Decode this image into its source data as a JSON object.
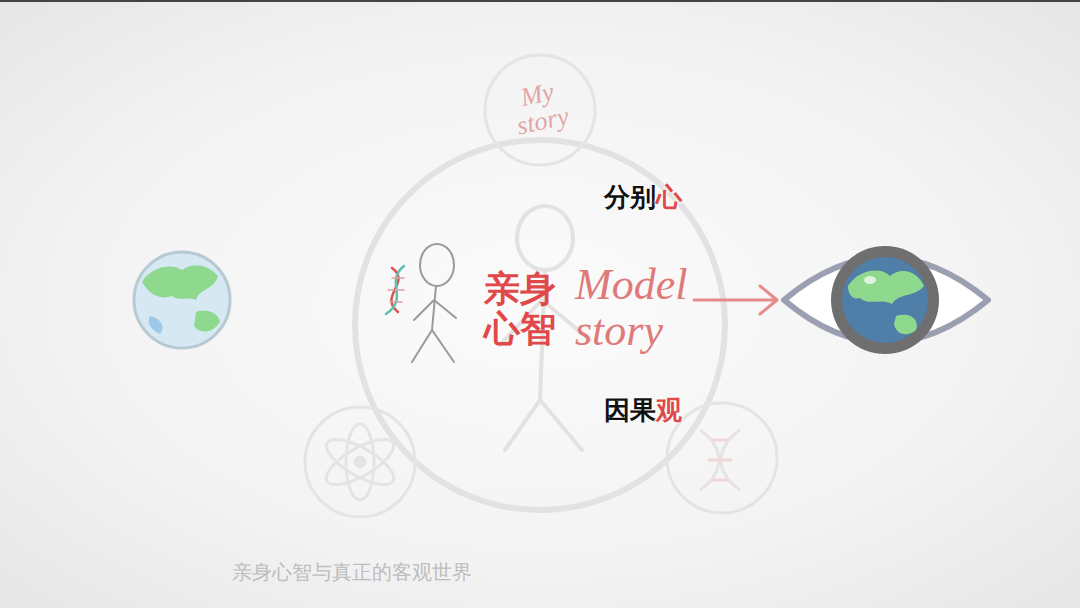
{
  "diagram": {
    "caption": "亲身心智与真正的客观世界",
    "labels": [
      "My story",
      "分别心",
      "亲身心智",
      "Model story",
      "因果观"
    ]
  }
}
